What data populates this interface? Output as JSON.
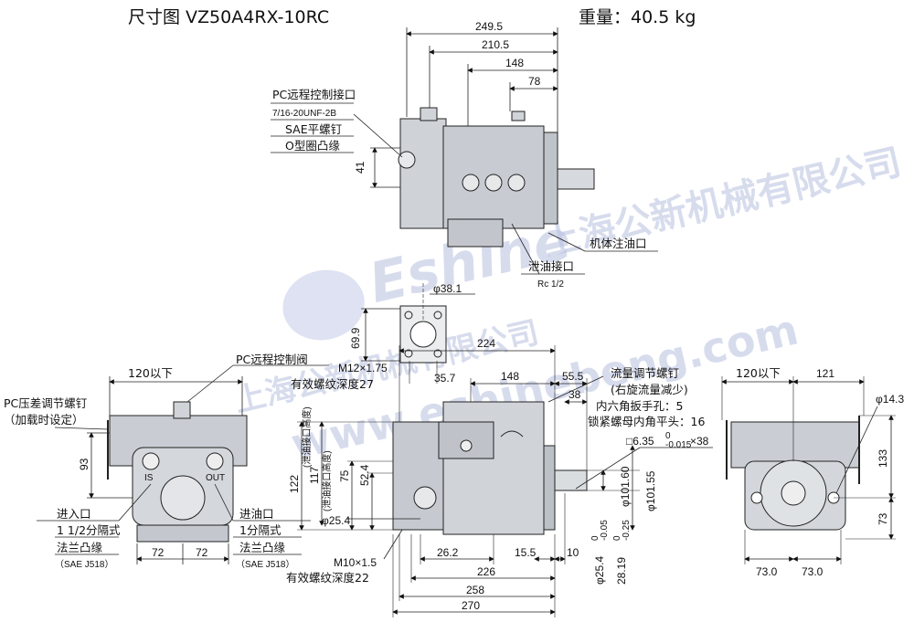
{
  "header": {
    "title": "尺寸图 VZ50A4RX-10RC",
    "weight": "重量：40.5 kg"
  },
  "watermark": {
    "brand": "Eshine",
    "company": "上海公新机械有限公司",
    "url": "www.eshinebeng.com"
  },
  "top_view": {
    "dims": [
      "249.5",
      "210.5",
      "148",
      "78",
      "41"
    ],
    "pc_port": [
      "PC远程控制接口",
      "7/16-20UNF-2B",
      "SAE平螺钉",
      "O型圈凸缘"
    ],
    "fill_port": "机体注油口",
    "drain_port": "泄油接口",
    "drain_thread": "Rc 1/2"
  },
  "flange_view": {
    "dims": [
      "φ38.1",
      "69.9",
      "35.7"
    ],
    "bolt": [
      "M12×1.75",
      "有效螺纹深度27"
    ]
  },
  "left_view": {
    "dims": [
      "120以下",
      "93",
      "72",
      "72"
    ],
    "pc_valve": "PC远程控制阀",
    "pc_diff": [
      "PC压差调节螺钉",
      "（加载时设定）"
    ],
    "inlet": [
      "进入口",
      "1 1/2分隔式",
      "法兰凸缘",
      "（SAE J518）"
    ],
    "outlet": [
      "进油口",
      "1分隔式",
      "法兰凸缘",
      "（SAE J518）"
    ],
    "plate_labels": [
      "IS",
      "OUT"
    ]
  },
  "front_view": {
    "dims_top": [
      "224",
      "148",
      "55.5",
      "38"
    ],
    "dims_left": [
      "122",
      "117",
      "75",
      "52.4",
      "φ25.4"
    ],
    "dims_left_notes": [
      "(泄油接口高度)",
      "(泄油接口高度)"
    ],
    "dims_bottom": [
      "26.2",
      "15.5",
      "10",
      "226",
      "258",
      "270"
    ],
    "dims_right": [
      "φ101.60",
      "φ101.55"
    ],
    "shaft": [
      "φ25.4",
      "0",
      "-0.05",
      "28.19",
      "0",
      "-0.25"
    ],
    "bolt": [
      "M10×1.5",
      "有效螺纹深度22"
    ],
    "flow_screw": [
      "流量调节螺钉",
      "(右旋流量减少)",
      "内六角扳手孔：5",
      "锁紧螺母内角平头：16"
    ],
    "key": [
      "□6.35",
      "0",
      "-0.015",
      "×38"
    ]
  },
  "right_view": {
    "dims": [
      "120以下",
      "121",
      "φ14.3",
      "133",
      "73",
      "73.0",
      "73.0"
    ]
  }
}
